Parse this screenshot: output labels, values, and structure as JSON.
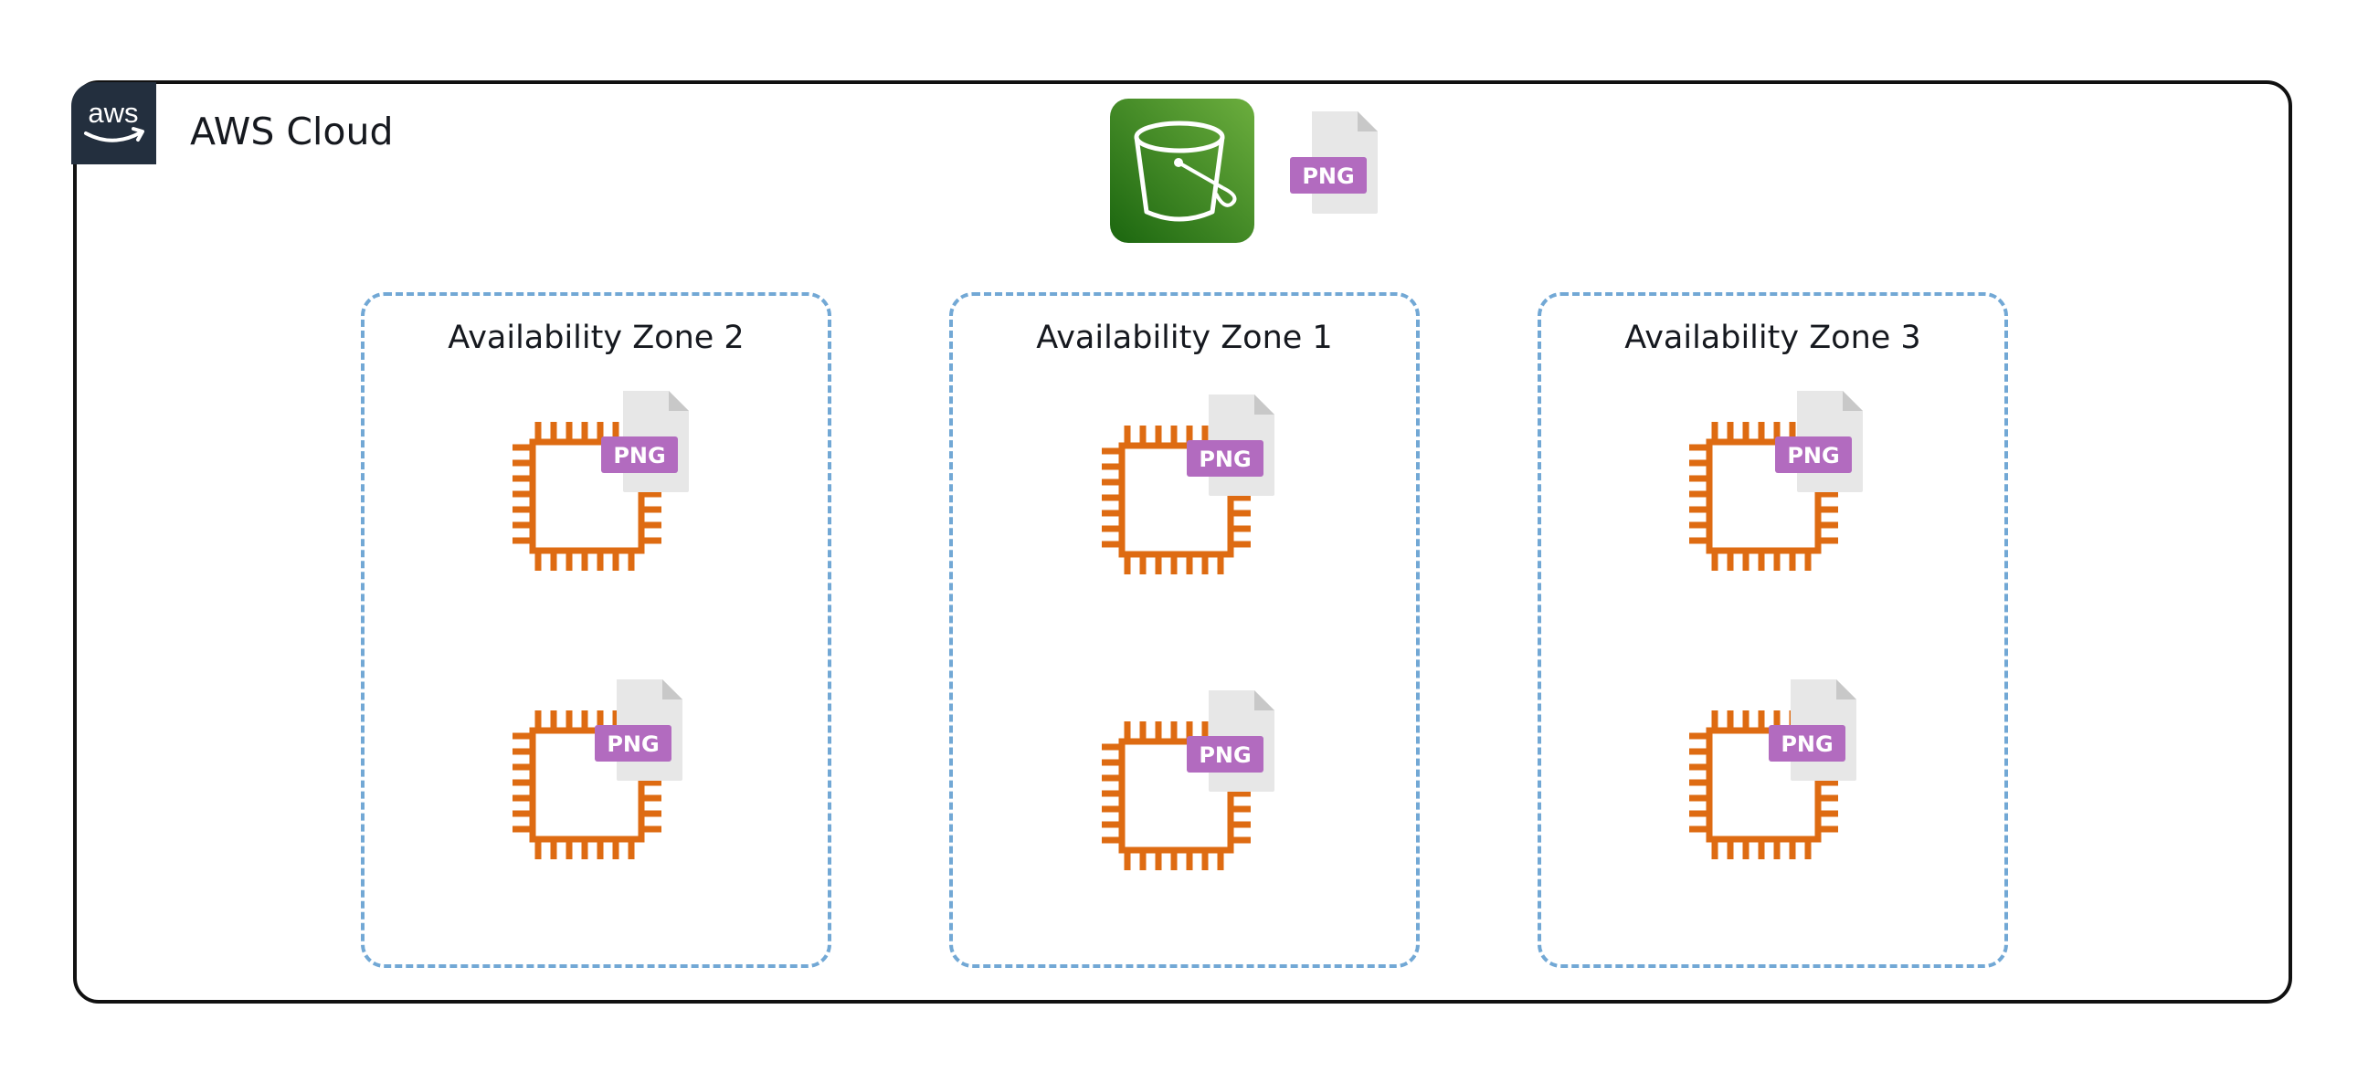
{
  "cloud": {
    "title": "AWS Cloud",
    "logo_text": "aws",
    "logo_icon": "aws-logo-icon"
  },
  "storage": {
    "bucket_icon": "s3-bucket-icon",
    "file_label": "PNG"
  },
  "zones": [
    {
      "label": "Availability Zone 2",
      "instances": [
        {
          "icon": "ec2-instance-icon",
          "file_label": "PNG"
        },
        {
          "icon": "ec2-instance-icon",
          "file_label": "PNG"
        }
      ]
    },
    {
      "label": "Availability Zone 1",
      "instances": [
        {
          "icon": "ec2-instance-icon",
          "file_label": "PNG"
        },
        {
          "icon": "ec2-instance-icon",
          "file_label": "PNG"
        }
      ]
    },
    {
      "label": "Availability Zone 3",
      "instances": [
        {
          "icon": "ec2-instance-icon",
          "file_label": "PNG"
        },
        {
          "icon": "ec2-instance-icon",
          "file_label": "PNG"
        }
      ]
    }
  ],
  "colors": {
    "cloud_border": "#111111",
    "zone_border": "#72a8d5",
    "instance_orange": "#de6b12",
    "file_badge": "#b26bbf",
    "s3_green": "#3f8624",
    "aws_badge": "#232f3e"
  }
}
